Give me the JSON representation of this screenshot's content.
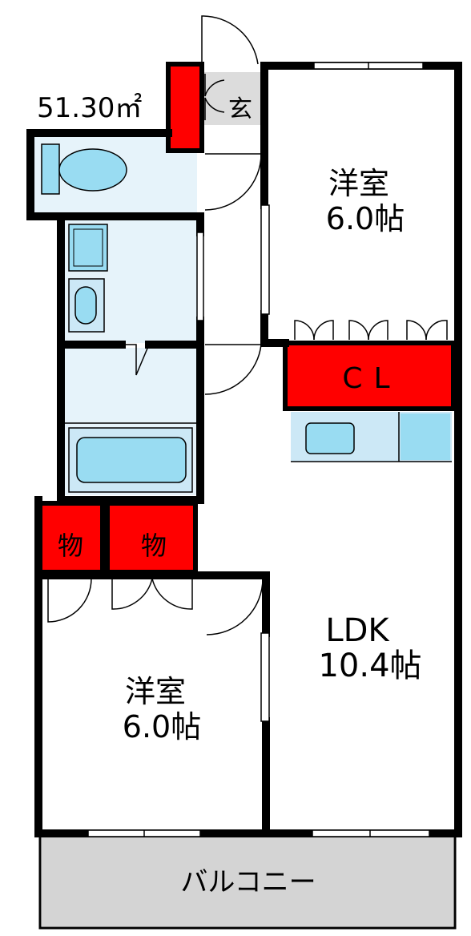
{
  "floorplan": {
    "area": "51.30㎡",
    "rooms": {
      "entrance": "玄",
      "western_top": {
        "name": "洋室",
        "size": "6.0帖"
      },
      "closet": "CL",
      "storage_left": "物",
      "storage_right": "物",
      "western_bottom": {
        "name": "洋室",
        "size": "6.0帖"
      },
      "ldk": {
        "name": "LDK",
        "size": "10.4帖"
      },
      "balcony": "バルコニー"
    },
    "colors": {
      "wall": "#000000",
      "storage": "#ff0000",
      "fixture": "#cce8f6",
      "fixture_dark": "#99dcf2",
      "balcony": "#d4d4d4",
      "entrance_floor": "#dcdcdc"
    }
  }
}
